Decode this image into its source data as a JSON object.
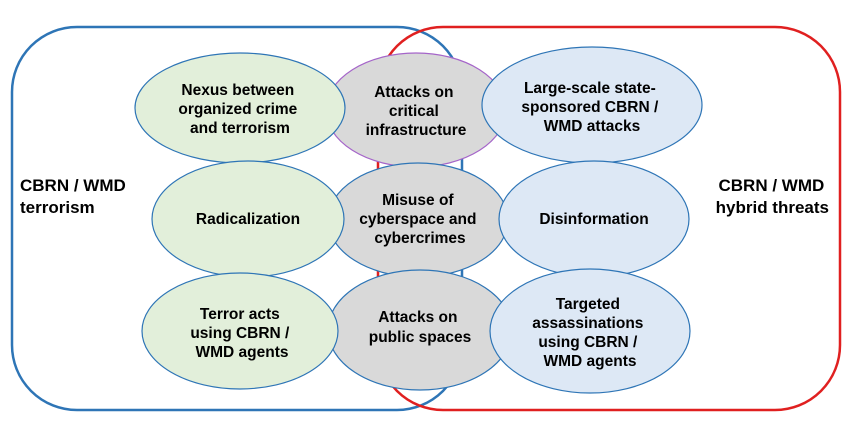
{
  "groups": {
    "left": {
      "lines": [
        "CBRN / WMD",
        "terrorism"
      ],
      "color": "#2e75b6"
    },
    "right": {
      "lines": [
        "CBRN / WMD",
        "hybrid threats"
      ],
      "color": "#e02020"
    }
  },
  "nodes": {
    "nexus": {
      "lines": [
        "Nexus between",
        "organized crime",
        "and terrorism"
      ],
      "fill": "#e2efda"
    },
    "radicalization": {
      "lines": [
        "Radicalization"
      ],
      "fill": "#e2efda"
    },
    "terror_acts": {
      "lines": [
        "Terror acts",
        "using CBRN /",
        "WMD agents"
      ],
      "fill": "#e2efda"
    },
    "critical_infra": {
      "lines": [
        "Attacks on",
        "critical",
        "infrastructure"
      ],
      "fill": "#d9d9d9"
    },
    "cyberspace": {
      "lines": [
        "Misuse of",
        "cyberspace and",
        "cybercrimes"
      ],
      "fill": "#d9d9d9"
    },
    "public_spaces": {
      "lines": [
        "Attacks on",
        "public spaces"
      ],
      "fill": "#d9d9d9"
    },
    "state_sponsored": {
      "lines": [
        "Large-scale state-",
        "sponsored CBRN /",
        "WMD attacks"
      ],
      "fill": "#dde8f5"
    },
    "disinformation": {
      "lines": [
        "Disinformation"
      ],
      "fill": "#dde8f5"
    },
    "assassinations": {
      "lines": [
        "Targeted",
        "assassinations",
        "using CBRN /",
        "WMD agents"
      ],
      "fill": "#dde8f5"
    }
  }
}
